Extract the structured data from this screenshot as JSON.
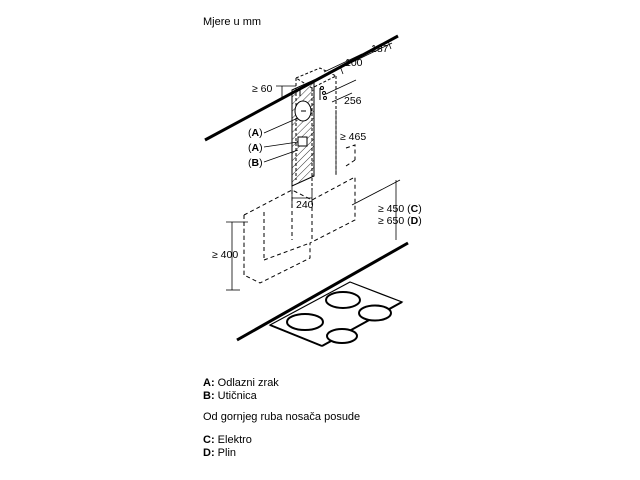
{
  "header": {
    "units_note": "Mjere u mm"
  },
  "dimensions": {
    "d187": "187",
    "d100": "100",
    "d256": "256",
    "d60": "≥ 60",
    "d465": "≥ 465",
    "d240": "240",
    "d450": "≥ 450",
    "d450_tag": "C",
    "d650": "≥ 650",
    "d650_tag": "D",
    "d400": "≥ 400"
  },
  "callouts": {
    "a1": "A",
    "a2": "A",
    "b1": "B"
  },
  "legend": {
    "a_key": "A:",
    "a_text": "Odlazni zrak",
    "b_key": "B:",
    "b_text": "Utičnica",
    "note": "Od gornjeg ruba nosača posude",
    "c_key": "C:",
    "c_text": "Elektro",
    "d_key": "D:",
    "d_text": "Plin"
  }
}
